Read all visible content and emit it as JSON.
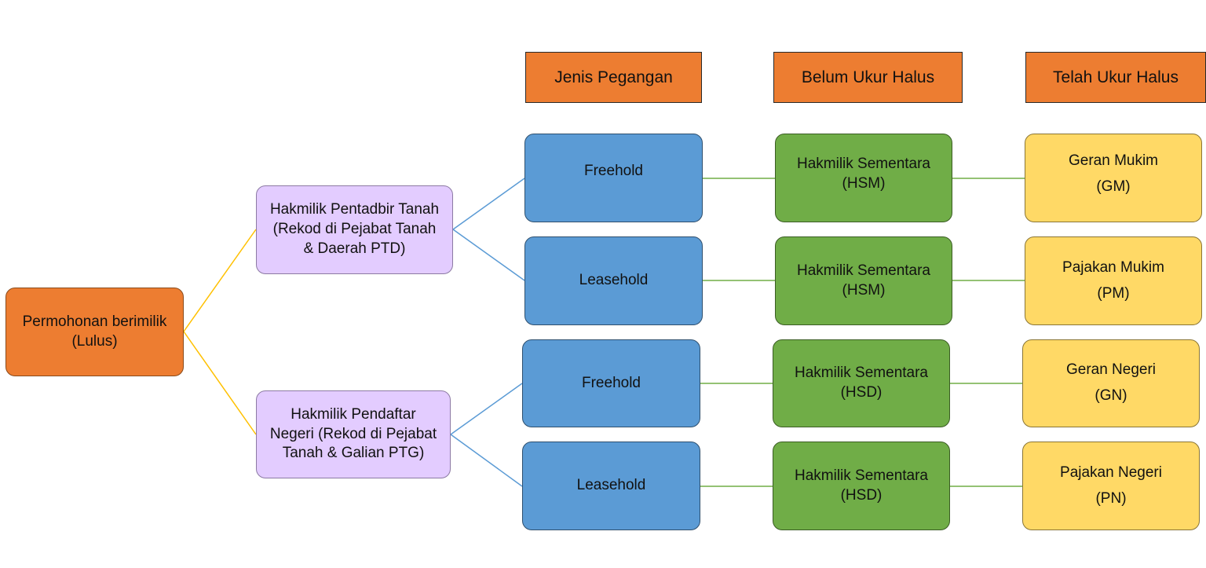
{
  "colors": {
    "orange": "#ED7D31",
    "purple": "#E3CCFF",
    "blue": "#5B9BD5",
    "green": "#70AD47",
    "yellow": "#FFD966",
    "line_yellow": "#FFC000",
    "line_blue": "#5B9BD5",
    "line_green": "#70AD47"
  },
  "headers": {
    "jenis": "Jenis Pegangan",
    "belum": "Belum Ukur Halus",
    "telah": "Telah Ukur Halus"
  },
  "root": {
    "line1": "Permohonan berimilik",
    "line2": "(Lulus)"
  },
  "pentadbir": {
    "line1": "Hakmilik Pentadbir Tanah",
    "line2": "(Rekod di Pejabat Tanah",
    "line3": "& Daerah PTD)"
  },
  "pendaftar": {
    "line1": "Hakmilik Pendaftar",
    "line2": "Negeri (Rekod di Pejabat",
    "line3": "Tanah & Galian PTG)"
  },
  "tenure": {
    "freehold_1": "Freehold",
    "leasehold_1": "Leasehold",
    "freehold_2": "Freehold",
    "leasehold_2": "Leasehold"
  },
  "interim": {
    "hsm_1": {
      "line1": "Hakmilik Sementara",
      "line2": "(HSM)"
    },
    "hsm_2": {
      "line1": "Hakmilik Sementara",
      "line2": "(HSM)"
    },
    "hsd_1": {
      "line1": "Hakmilik Sementara",
      "line2": "(HSD)"
    },
    "hsd_2": {
      "line1": "Hakmilik Sementara",
      "line2": "(HSD)"
    }
  },
  "final": {
    "gm": {
      "line1": "Geran Mukim",
      "line2": "(GM)"
    },
    "pm": {
      "line1": "Pajakan Mukim",
      "line2": "(PM)"
    },
    "gn": {
      "line1": "Geran Negeri",
      "line2": "(GN)"
    },
    "pn": {
      "line1": "Pajakan Negeri",
      "line2": "(PN)"
    }
  }
}
